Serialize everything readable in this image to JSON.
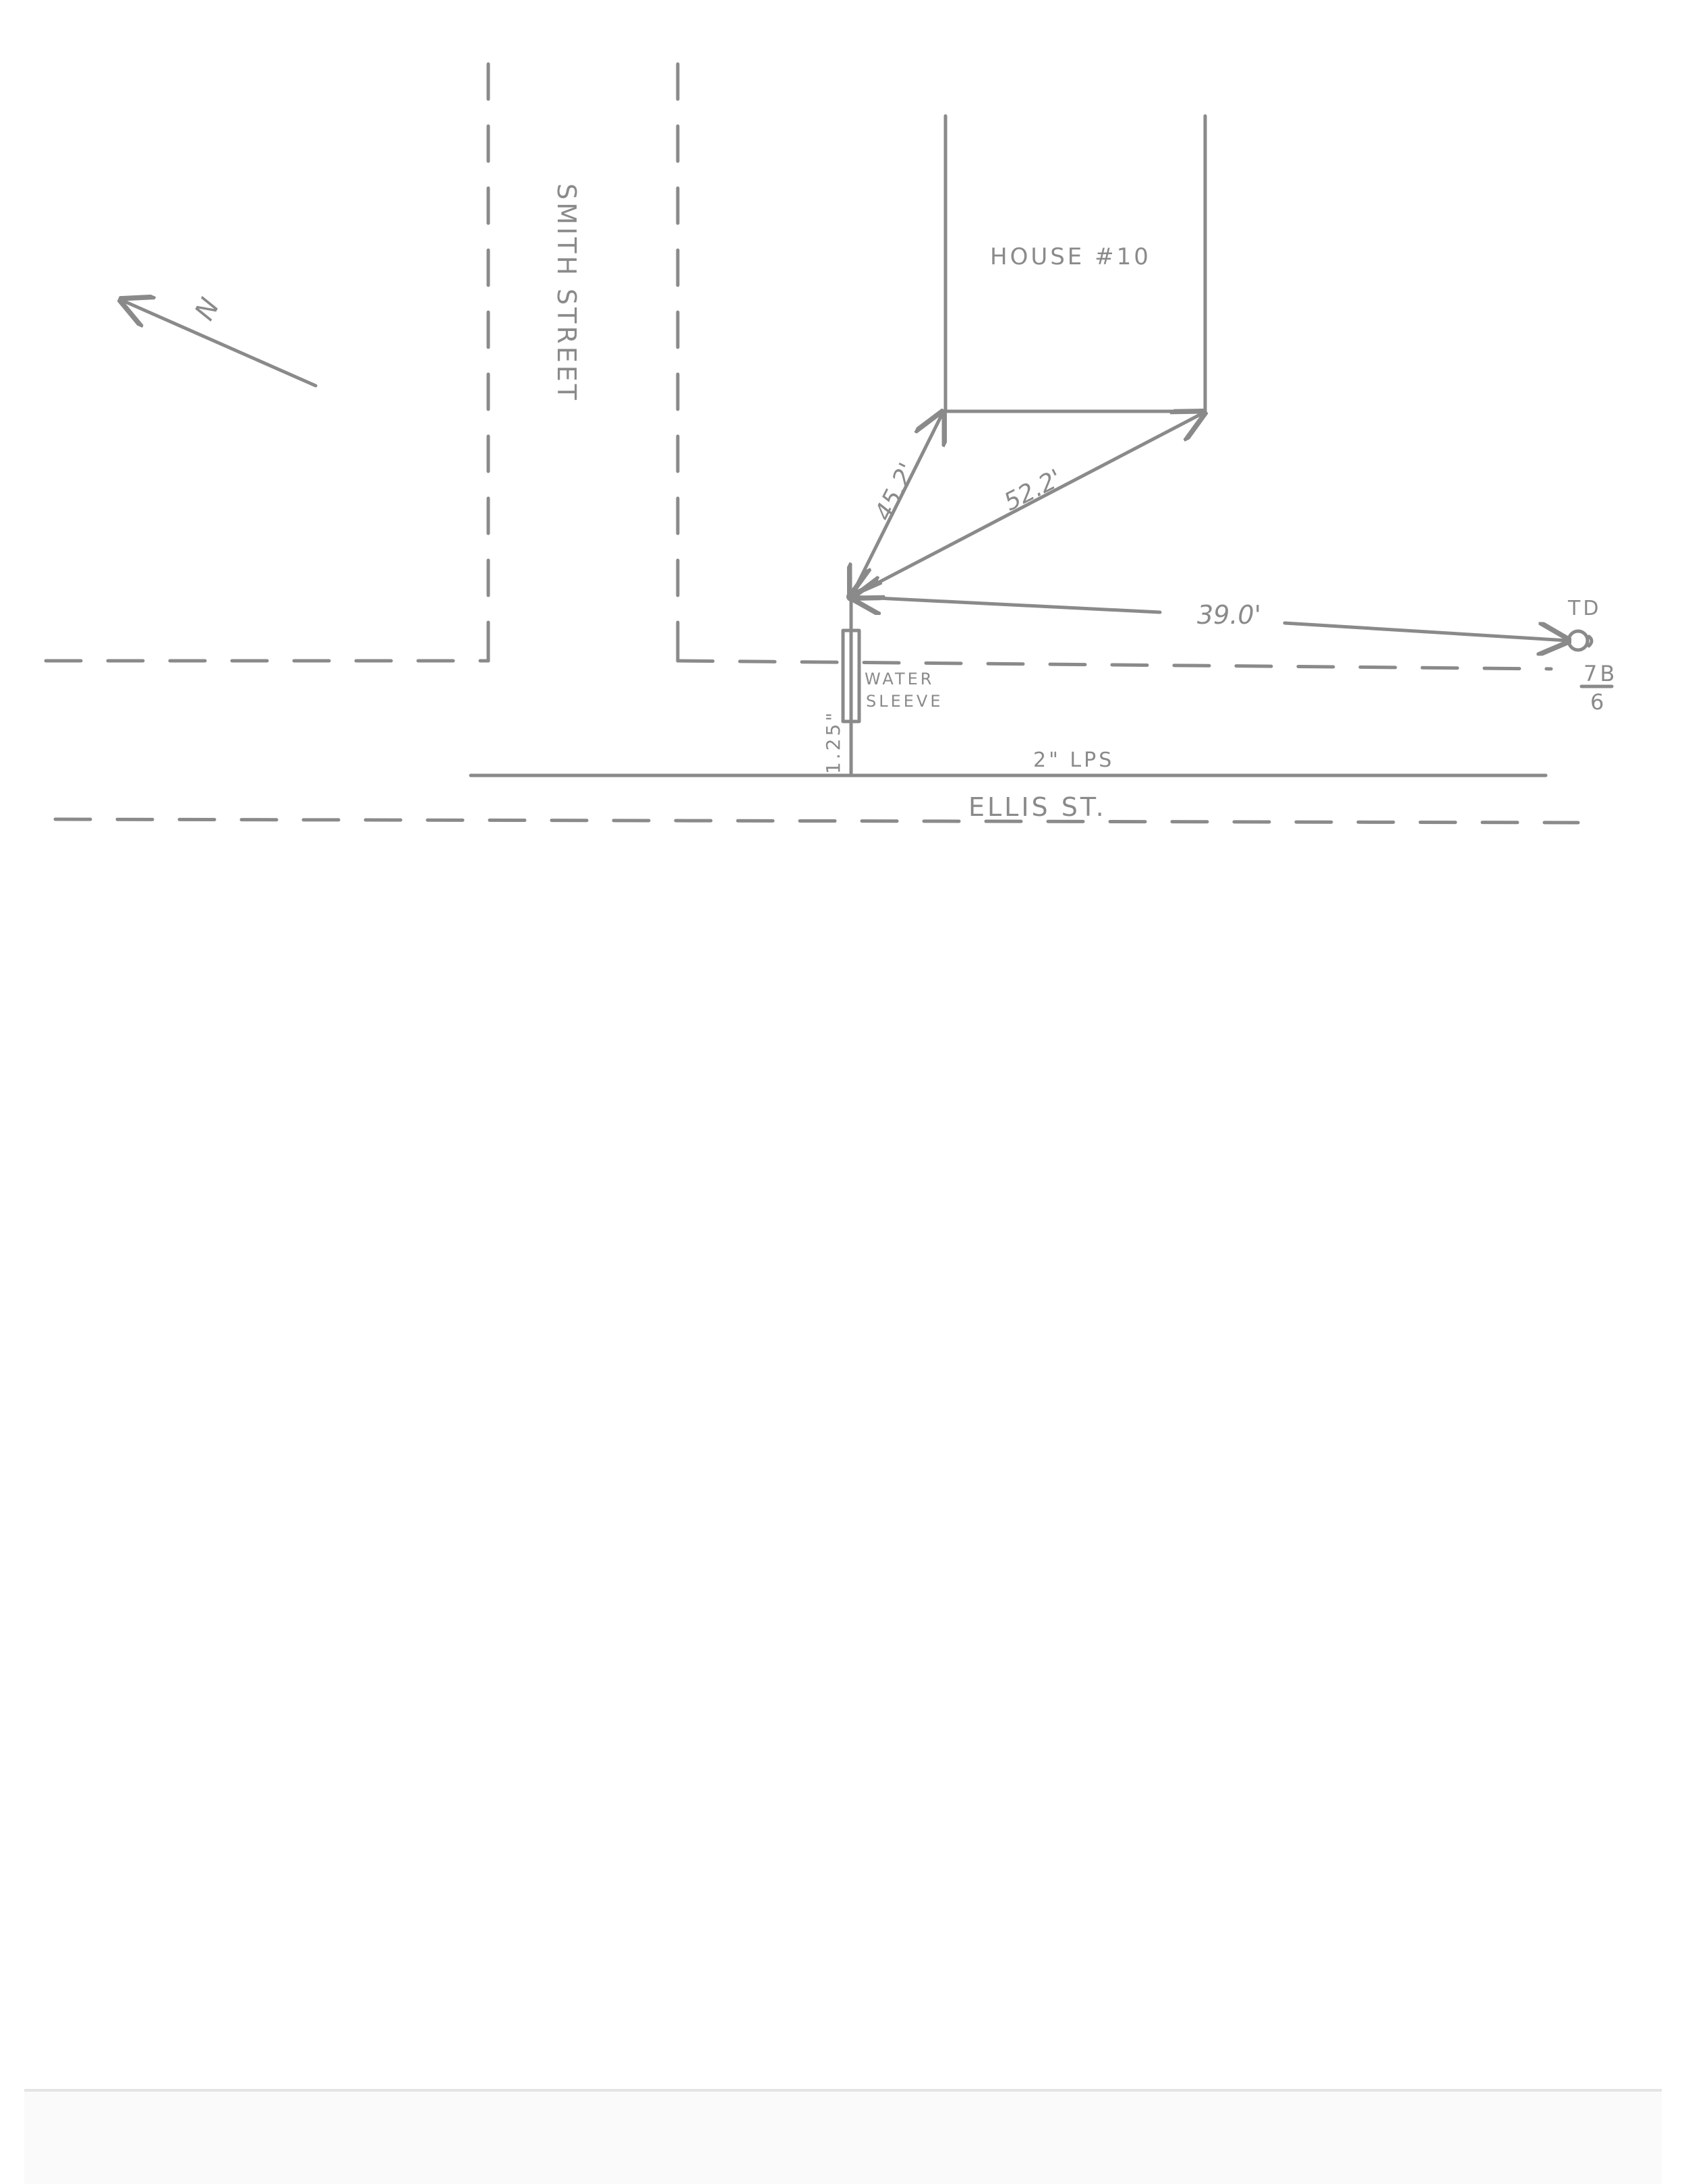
{
  "labels": {
    "street_vertical": "SMITH STREET",
    "house": "HOUSE #10",
    "north": "N",
    "measure_a": "45.2'",
    "measure_b": "52.2'",
    "measure_c": "39.0'",
    "td": "TD",
    "ref_top": "7B",
    "ref_bottom": "6",
    "water_sleeve_1": "WATER",
    "water_sleeve_2": "SLEEVE",
    "service": "1.25\"",
    "main_line": "2\" LPS",
    "street_horizontal": "ELLIS ST."
  },
  "colors": {
    "ink": "#8a8a8a",
    "paper": "#ffffff"
  }
}
